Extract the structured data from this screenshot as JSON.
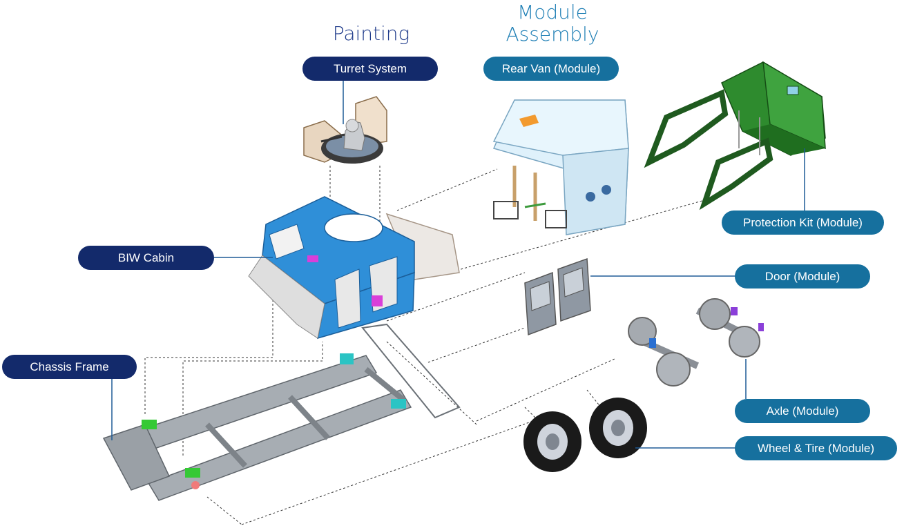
{
  "headings": {
    "painting": "Painting",
    "module_assembly": "Module Assembly"
  },
  "labels": {
    "turret_system": "Turret System",
    "rear_van": "Rear Van (Module)",
    "protection_kit": "Protection Kit (Module)",
    "biw_cabin": "BIW Cabin",
    "door": "Door (Module)",
    "chassis_frame": "Chassis Frame",
    "axle": "Axle (Module)",
    "wheel_tire": "Wheel & Tire (Module)"
  },
  "colors": {
    "navy": "#132a6b",
    "teal": "#16709e",
    "cabin_blue": "#2f8fd8",
    "protection_green": "#2e8b2e",
    "chassis_gray": "#9aa0a6"
  }
}
